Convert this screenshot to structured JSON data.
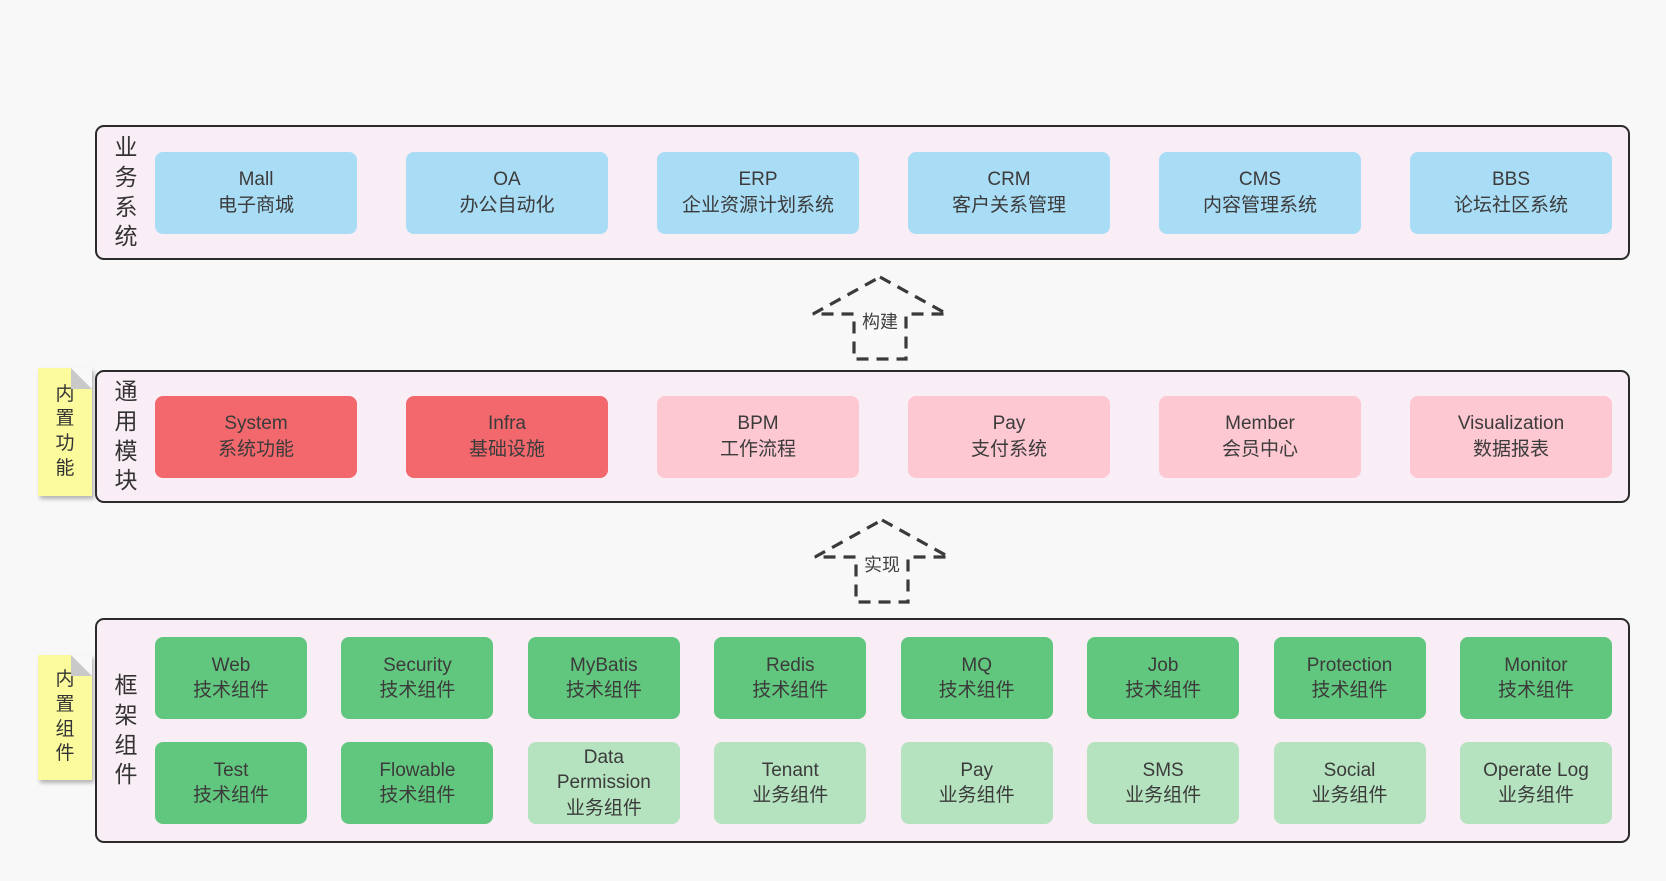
{
  "colors": {
    "page_bg": "#f8f8f8",
    "layer_bg": "#f9edf6",
    "layer_border": "#2b2b2b",
    "blue_box": "#a9dcf5",
    "red_box": "#f2686c",
    "pink_box": "#fdc8d1",
    "green_box": "#62c77e",
    "light_green_box": "#b5e3bf",
    "note_yellow": "#fbfb9e",
    "text": "#3b3b3b"
  },
  "arrows": [
    {
      "label": "构建"
    },
    {
      "label": "实现"
    }
  ],
  "layers": {
    "business": {
      "label": "业务系统",
      "boxes": [
        {
          "name": "Mall",
          "desc": "电子商城"
        },
        {
          "name": "OA",
          "desc": "办公自动化"
        },
        {
          "name": "ERP",
          "desc": "企业资源计划系统"
        },
        {
          "name": "CRM",
          "desc": "客户关系管理"
        },
        {
          "name": "CMS",
          "desc": "内容管理系统"
        },
        {
          "name": "BBS",
          "desc": "论坛社区系统"
        }
      ]
    },
    "modules": {
      "label": "通用模块",
      "note": "内置功能",
      "boxes": [
        {
          "name": "System",
          "desc": "系统功能",
          "variant": "red"
        },
        {
          "name": "Infra",
          "desc": "基础设施",
          "variant": "red"
        },
        {
          "name": "BPM",
          "desc": "工作流程",
          "variant": "pink"
        },
        {
          "name": "Pay",
          "desc": "支付系统",
          "variant": "pink"
        },
        {
          "name": "Member",
          "desc": "会员中心",
          "variant": "pink"
        },
        {
          "name": "Visualization",
          "desc": "数据报表",
          "variant": "pink"
        }
      ]
    },
    "framework": {
      "label": "框架组件",
      "note": "内置组件",
      "row1": [
        {
          "name": "Web",
          "desc": "技术组件"
        },
        {
          "name": "Security",
          "desc": "技术组件"
        },
        {
          "name": "MyBatis",
          "desc": "技术组件"
        },
        {
          "name": "Redis",
          "desc": "技术组件"
        },
        {
          "name": "MQ",
          "desc": "技术组件"
        },
        {
          "name": "Job",
          "desc": "技术组件"
        },
        {
          "name": "Protection",
          "desc": "技术组件"
        },
        {
          "name": "Monitor",
          "desc": "技术组件"
        }
      ],
      "row2": [
        {
          "name": "Test",
          "desc": "技术组件",
          "variant": "green"
        },
        {
          "name": "Flowable",
          "desc": "技术组件",
          "variant": "green"
        },
        {
          "name": "Data Permission",
          "desc": "业务组件",
          "variant": "light"
        },
        {
          "name": "Tenant",
          "desc": "业务组件",
          "variant": "light"
        },
        {
          "name": "Pay",
          "desc": "业务组件",
          "variant": "light"
        },
        {
          "name": "SMS",
          "desc": "业务组件",
          "variant": "light"
        },
        {
          "name": "Social",
          "desc": "业务组件",
          "variant": "light"
        },
        {
          "name": "Operate Log",
          "desc": "业务组件",
          "variant": "light"
        }
      ]
    }
  }
}
